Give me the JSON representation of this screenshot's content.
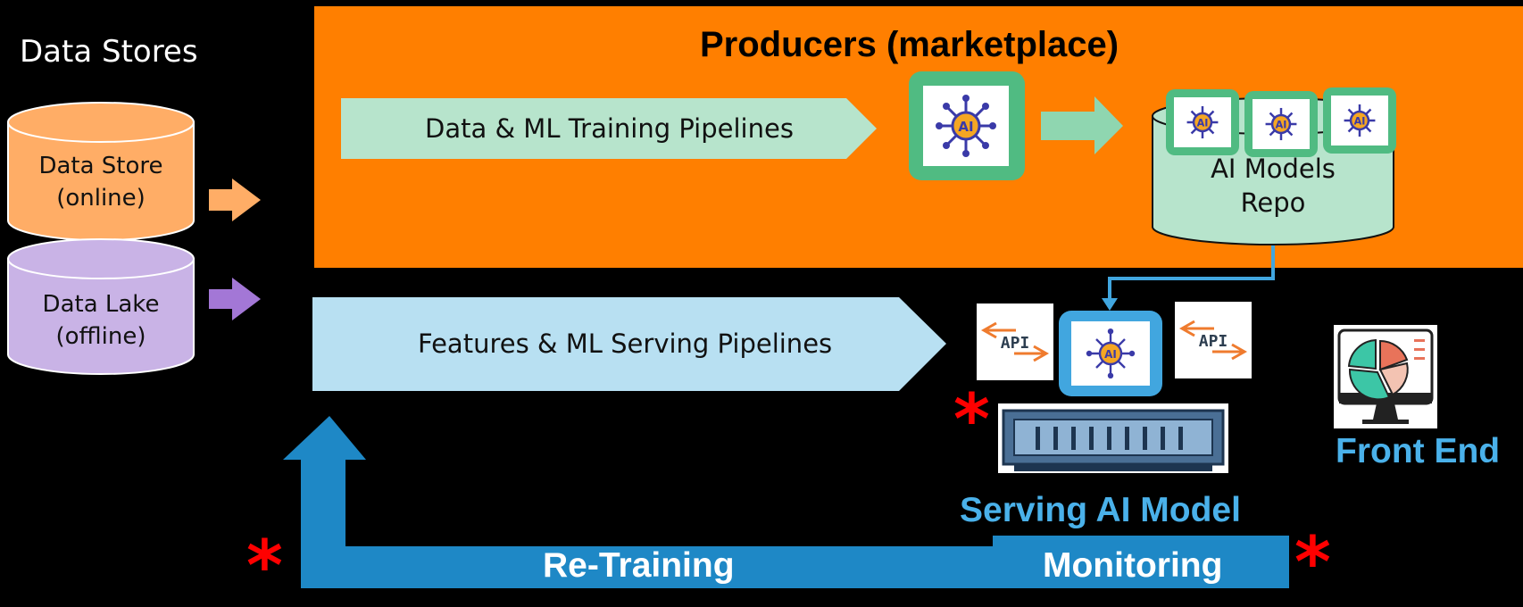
{
  "data_stores": {
    "title": "Data Stores",
    "online": {
      "line1": "Data Store",
      "line2": "(online)"
    },
    "offline": {
      "line1": "Data Lake",
      "line2": "(offline)"
    }
  },
  "producers": {
    "title": "Producers (marketplace)",
    "training_pipeline": "Data & ML Training Pipelines",
    "ai_models_repo": {
      "line1": "AI Models",
      "line2": "Repo"
    }
  },
  "serving": {
    "pipeline": "Features & ML Serving Pipelines",
    "api_label": "API",
    "ai_badge": "AI",
    "title": "Serving AI Model"
  },
  "front_end": {
    "title": "Front End"
  },
  "feedback": {
    "retraining": "Re-Training",
    "monitoring": "Monitoring",
    "star": "*"
  },
  "colors": {
    "producers_bg": "#ff7f00",
    "online_store": "#ffad66",
    "offline_store": "#c9b3e6",
    "training_pipeline": "#b7e4cc",
    "serving_pipeline": "#b8e0f2",
    "model_frame_green": "#50bb82",
    "model_frame_blue": "#41a6df",
    "feedback_blue": "#1e88c6",
    "label_blue": "#4ab1ea",
    "star_red": "#ff0000"
  }
}
